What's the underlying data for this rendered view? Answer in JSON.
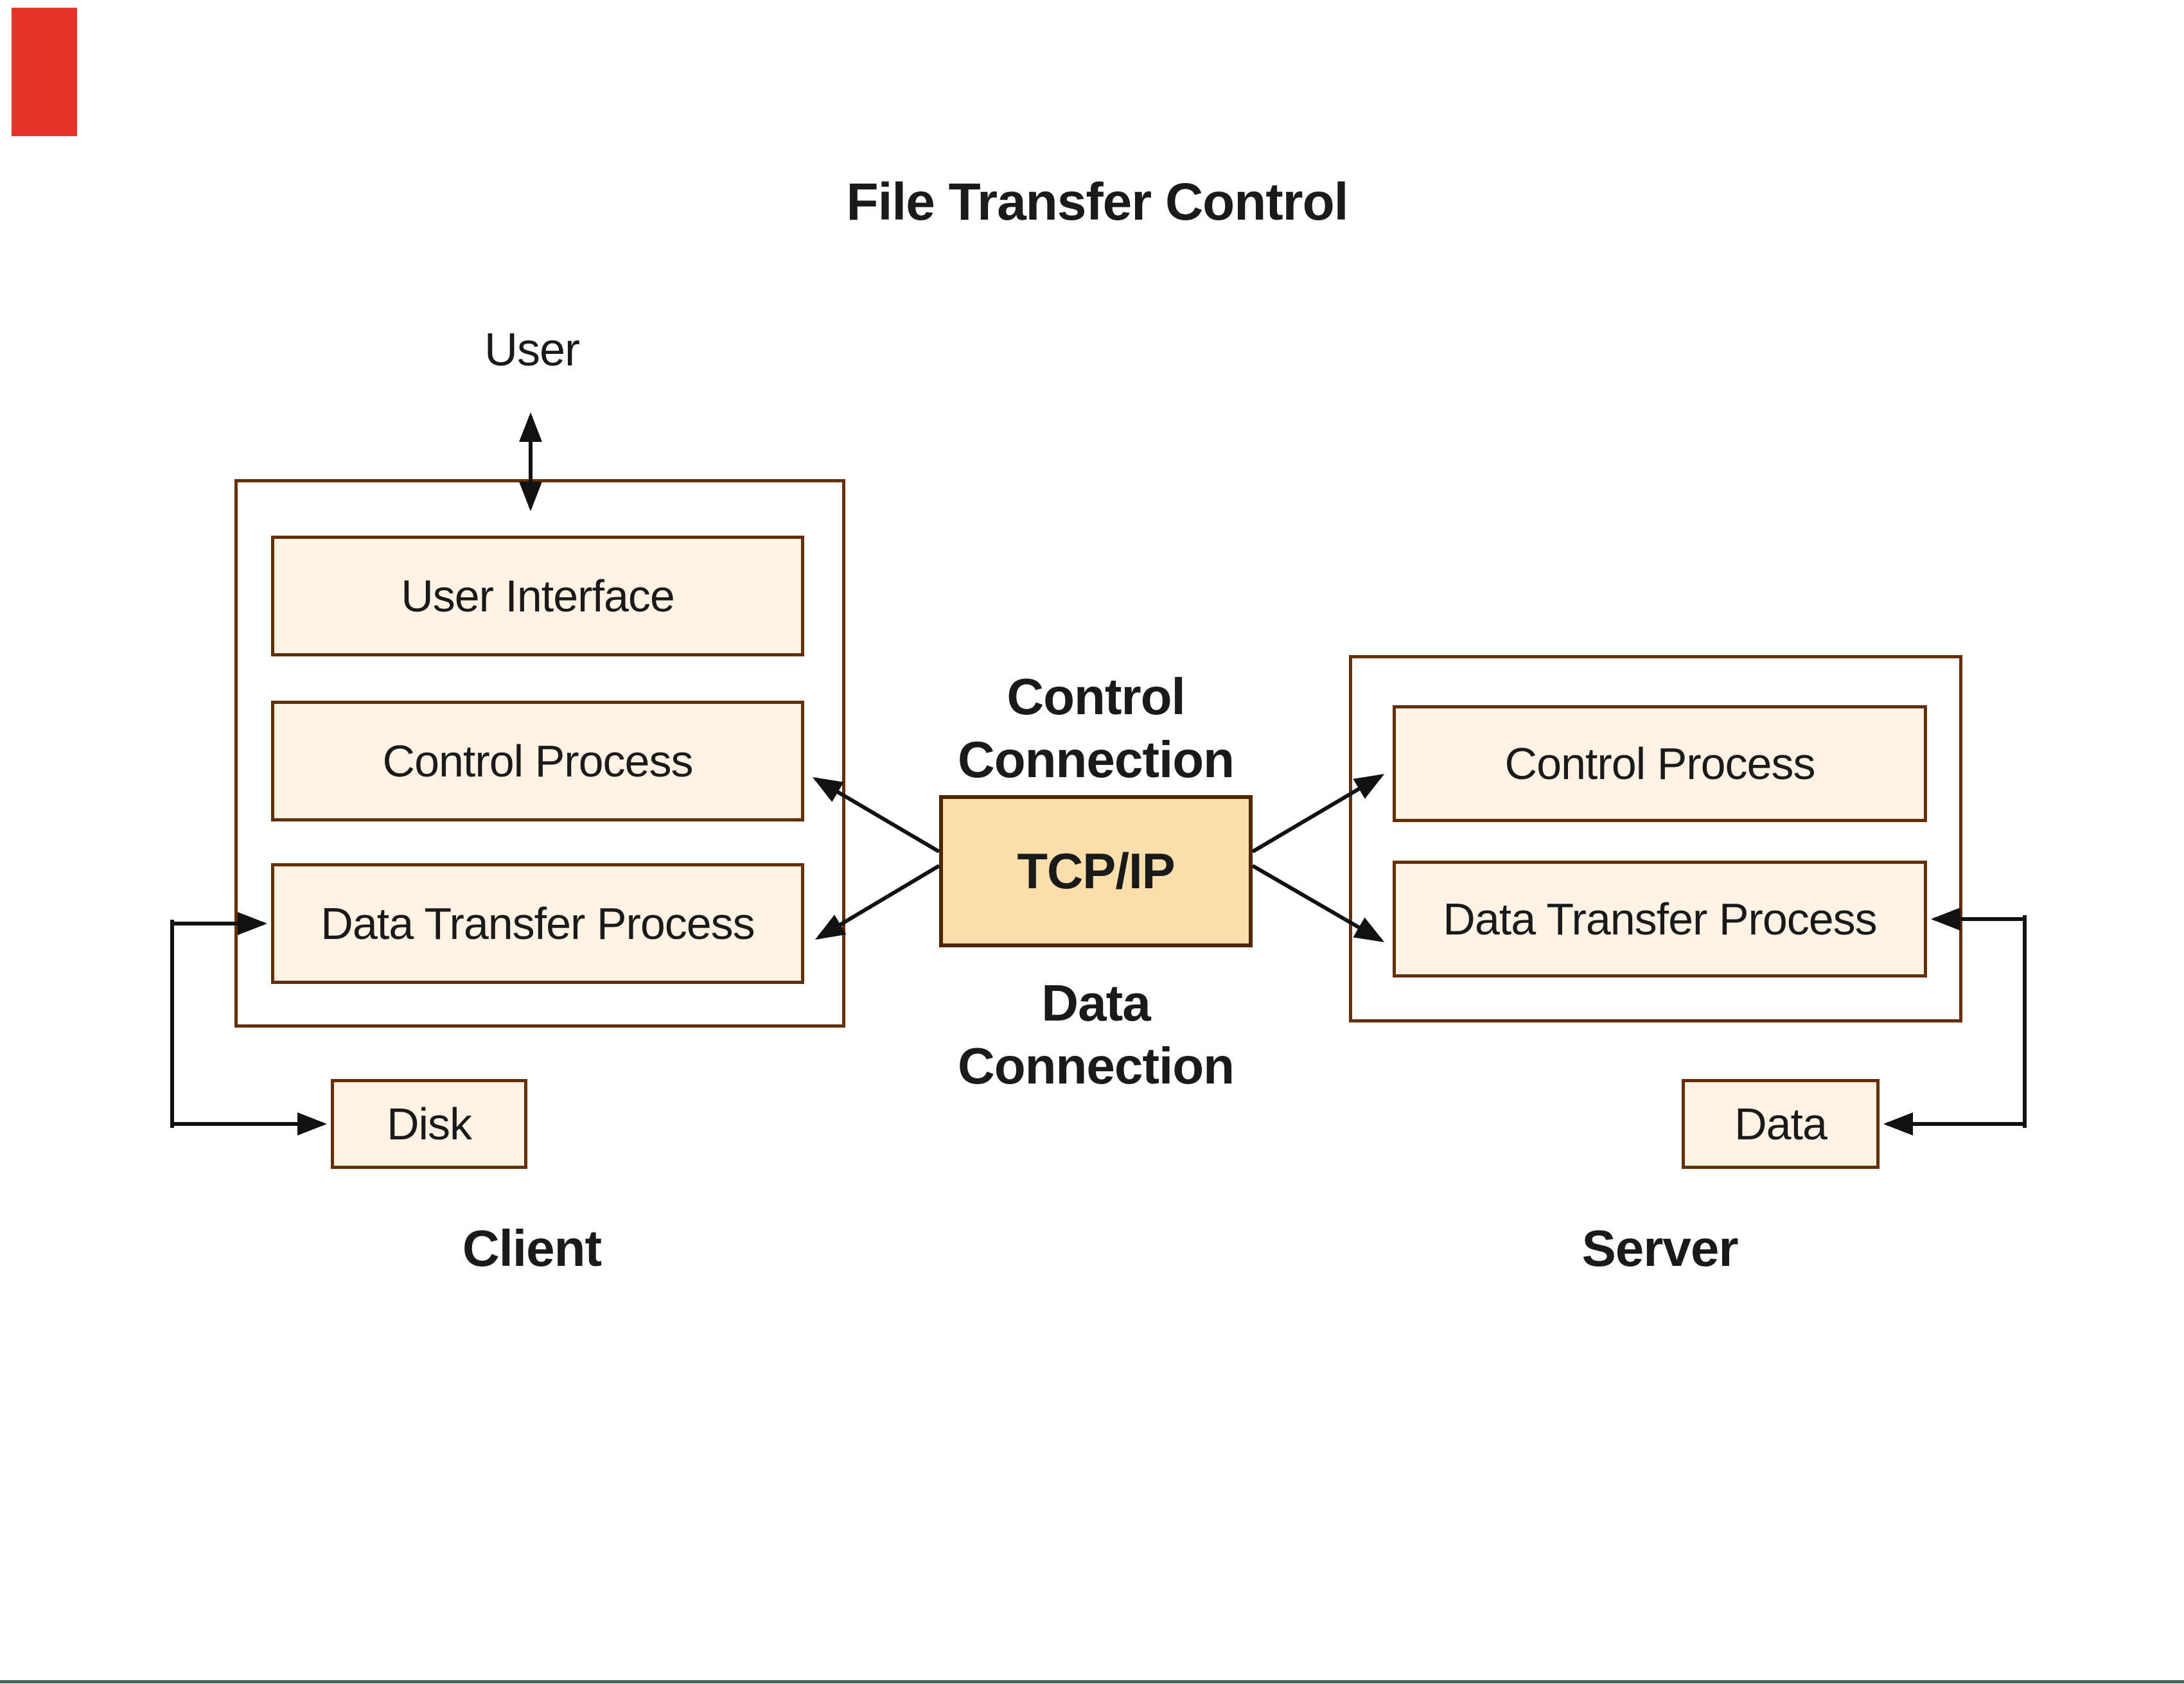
{
  "title": "File Transfer Control",
  "user_label": "User",
  "client": {
    "caption": "Client",
    "user_interface": "User Interface",
    "control_process": "Control Process",
    "data_transfer_process": "Data Transfer Process",
    "disk": "Disk"
  },
  "middle": {
    "tcp": "TCP/IP",
    "control_connection": "Control\nConnection",
    "data_connection": "Data\nConnection"
  },
  "server": {
    "caption": "Server",
    "control_process": "Control Process",
    "data_transfer_process": "Data Transfer Process",
    "data": "Data"
  },
  "colors": {
    "background": "#ffffff",
    "box_fill_light": "#fdf2e4",
    "box_fill_tcp": "#fadfad",
    "box_border_brown": "#63300a",
    "tcp_border_brown": "#4f2504",
    "arrow_black": "#111111",
    "text": "#1a1a1a",
    "bottom_edge_line_green": "#45675a",
    "red_marker": "#e5352b"
  }
}
